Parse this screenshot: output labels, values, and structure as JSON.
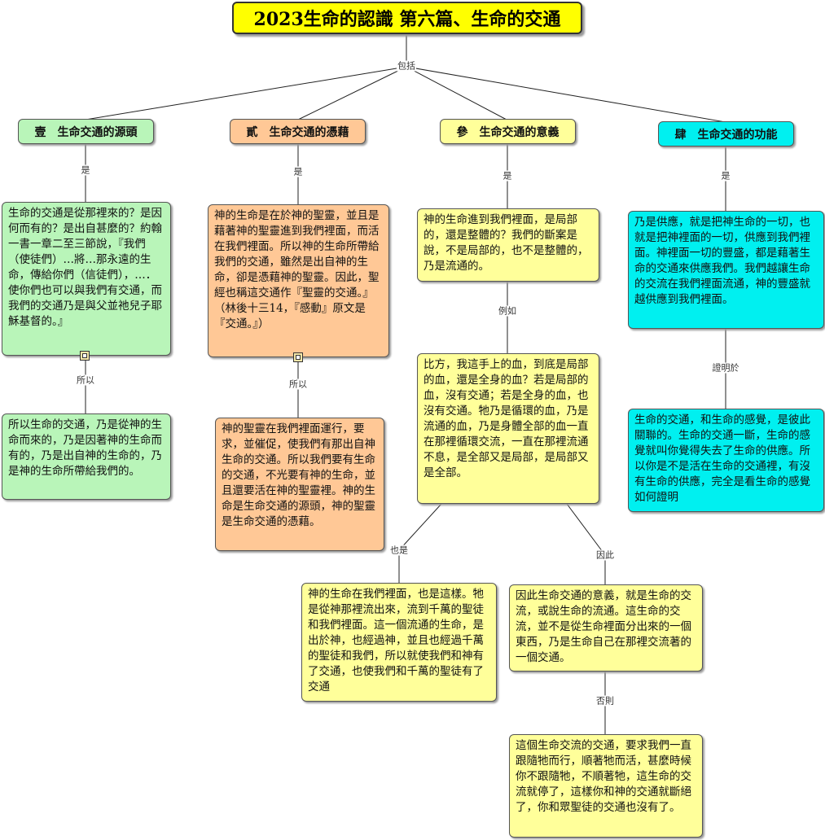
{
  "title": "2023生命的認識 第六篇、生命的交通",
  "labels": {
    "root_link": "包括",
    "s1_is": "是",
    "s2_is": "是",
    "s3_is": "是",
    "s4_is": "是",
    "s1_so": "所以",
    "s2_so": "所以",
    "s3_eg": "例如",
    "s3_also": "也是",
    "s3_therefore": "因此",
    "s3_otherwise": "否則",
    "s4_proves": "證明於"
  },
  "sections": {
    "s1": {
      "header": "壹　生命交通的源頭",
      "text": "生命的交通是從那裡來的？是因何而有的？是出自甚麼的？約翰一書一章二至三節說，『我們（使徒們）…將…那永遠的生命，傳給你們（信徒們），…．使你們也可以與我們有交通，而我們的交通乃是與父並祂兒子耶穌基督的。』",
      "child": "所以生命的交通，乃是從神的生命而來的，乃是因著神的生命而有的，乃是出自神的生命的，乃是神的生命所帶給我們的。"
    },
    "s2": {
      "header": "貳　生命交通的憑藉",
      "text": "神的生命是在於神的聖靈，並且是藉著神的聖靈進到我們裡面，而活在我們裡面。所以神的生命所帶給我們的交通，雖然是出自神的生命，卻是憑藉神的聖靈。因此，聖經也稱這交通作『聖靈的交通。』（林後十三14，『感動』原文是『交通。』）",
      "child": "神的聖靈在我們裡面運行，要求，並催促，使我們有那出自神生命的交通。所以我們要有生命的交通，不光要有神的生命，並且還要活在神的聖靈裡。神的生命是生命交通的源頭，神的聖靈是生命交通的憑藉。"
    },
    "s3": {
      "header": "參　生命交通的意義",
      "text": "神的生命進到我們裡面，是局部的，還是整體的？我們的斷案是說，不是局部的，也不是整體的，乃是流通的。",
      "example": "比方，我這手上的血，到底是局部的血，還是全身的血？若是局部的血，沒有交通；若是全身的血，也沒有交通。牠乃是循環的血，乃是流通的血，乃是身體全部的血一直在那裡循環交流，一直在那裡流通不息，是全部又是局部，是局部又是全部。",
      "also": "神的生命在我們裡面，也是這樣。牠是從神那裡流出來，流到千萬的聖徒和我們裡面。這一個流通的生命，是出於神，也經過神，並且也經過千萬的聖徒和我們，所以就使我們和神有了交通，也使我們和千萬的聖徒有了交通",
      "therefore": "因此生命交通的意義，就是生命的交流，或說生命的流通。這生命的交流，並不是從生命裡面分出來的一個東西，乃是生命自己在那裡交流著的一個交通。",
      "otherwise": "這個生命交流的交通，要求我們一直跟隨牠而行，順著牠而活，甚麼時候你不跟隨牠，不順著牠，這生命的交流就停了，這樣你和神的交通就斷絕了，你和眾聖徒的交通也沒有了。"
    },
    "s4": {
      "header": "肆　生命交通的功能",
      "text": "乃是供應，就是把神生命的一切，也就是把神裡面的一切，供應到我們裡面。神裡面一切的豐盛，都是藉著生命的交通來供應我們。我們越讓生命的交流在我們裡面流通，神的豐盛就越供應到我們裡面。",
      "child": "生命的交通，和生命的感覺，是彼此關聯的。生命的交通一斷，生命的感覺就叫你覺得失去了生命的供應。所以你是不是活在生命的交通裡，有沒有生命的供應，完全是看生命的感覺如何證明"
    }
  },
  "colors": {
    "title": "#ffff00",
    "s1": "#b9f5b9",
    "s2": "#ffc896",
    "s3": "#ffff9a",
    "s4": "#00f0f0"
  },
  "icons": [
    "note-icon",
    "note-icon"
  ]
}
